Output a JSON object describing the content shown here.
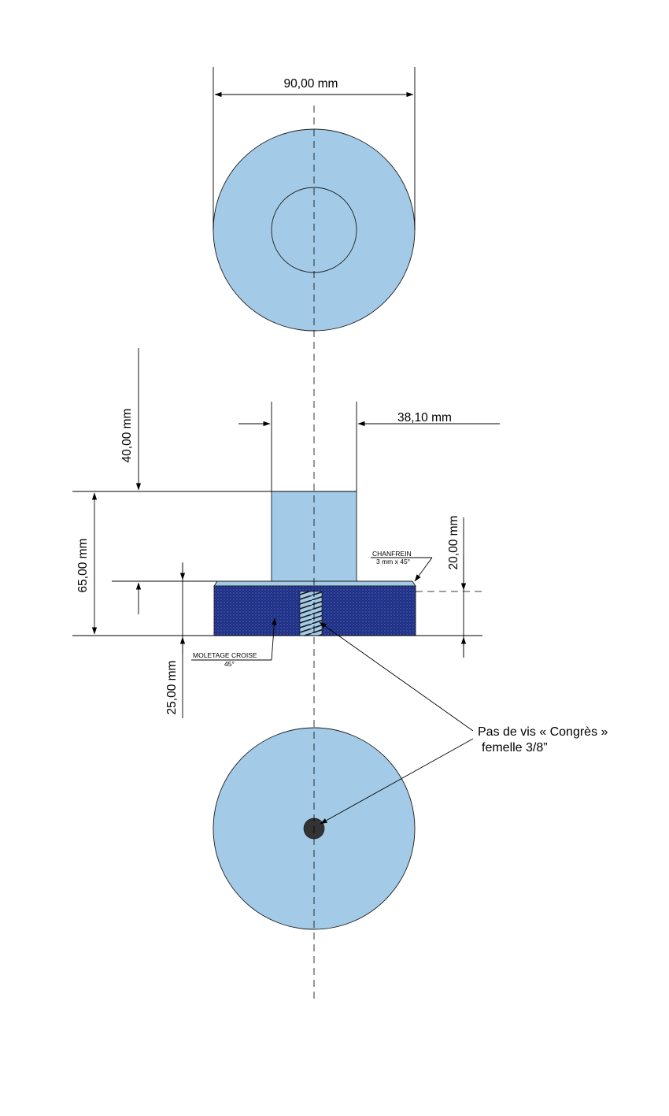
{
  "colors": {
    "body_fill": "#a3cbe8",
    "knurl_fill": "#1e2f84",
    "knurl_dot": "#5a6fbf",
    "hole_fill": "#333333",
    "line": "#000000"
  },
  "dimensions": {
    "diameter": "90,00 mm",
    "stem_diameter": "38,10 mm",
    "stem_height": "40,00 mm",
    "total_height": "65,00 mm",
    "base_height": "25,00 mm",
    "chamfer_offset": "20,00 mm"
  },
  "notes": {
    "chamfer_title": "CHANFREIN",
    "chamfer_spec": "3 mm x 45°",
    "knurl_title": "MOLETAGE CROISE",
    "knurl_spec": "45°",
    "thread_line1": "Pas de vis « Congrès »",
    "thread_line2": "femelle 3/8”"
  }
}
